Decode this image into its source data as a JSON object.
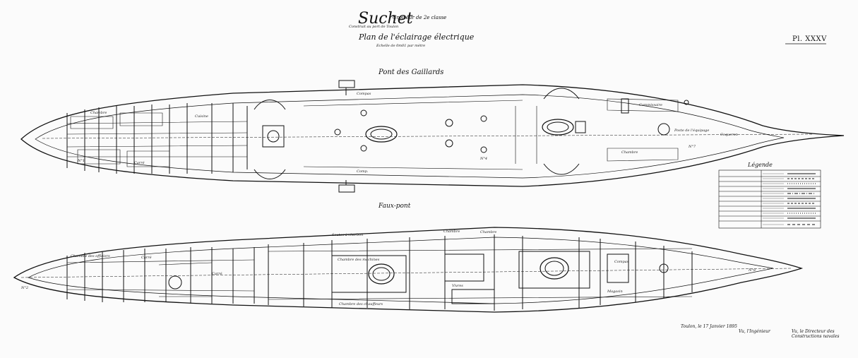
{
  "header": {
    "title": "Suchet",
    "subtitle": "Croiseur de 2e classe",
    "description": "Construit au port de Toulon",
    "plan_title": "Plan de l'éclairage électrique",
    "scale": "Echelle de 0m01 par mètre",
    "plate": "Pl. XXXV"
  },
  "decks": {
    "upper": "Pont des Gaillards",
    "lower": "Faux-pont"
  },
  "legend": {
    "title": "Légende"
  },
  "room_labels": {
    "upper": [
      "Chambre",
      "Cuisine",
      "Carré",
      "Compas",
      "Comp.",
      "Commissaire",
      "Poste de l'équipage",
      "Chambre",
      "Coqueron",
      "N°7",
      "N°1",
      "N°4"
    ],
    "lower": [
      "Chambre des officiers",
      "Carré",
      "Chambre des machines",
      "Chambre",
      "Soutes à charbon",
      "Chambre des chauffeurs",
      "Compas",
      "Carré",
      "Vivres",
      "Magasin",
      "Chambre",
      "N°2",
      "N°8"
    ]
  },
  "signatures": {
    "left": "Toulon, le 17 Janvier 1895",
    "middle": "Vu, l'Ingénieur",
    "right": "Vu, le Directeur des Constructions navales"
  },
  "colors": {
    "ink": "#111111",
    "paper": "#fbfbfb"
  }
}
